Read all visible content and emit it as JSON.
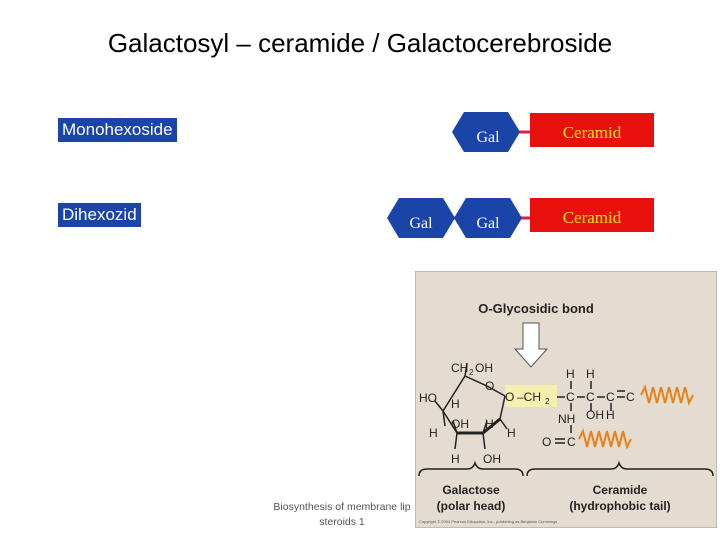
{
  "title": "Galactosyl – ceramide / Galactocerebroside",
  "rows": [
    {
      "label": "Monohexoside",
      "units": [
        "Gal"
      ],
      "tail": "Ceramid"
    },
    {
      "label": "Dihexozid",
      "units": [
        "Gal",
        "Gal"
      ],
      "tail": "Ceramid"
    }
  ],
  "figure": {
    "bond_label": "O-Glycosidic bond",
    "galactose_label": "Galactose",
    "galactose_sub": "(polar head)",
    "ceramide_label": "Ceramide",
    "ceramide_sub": "(hydrophobic tail)",
    "copyright": "Copyright © 2004 Pearson Education, Inc., publishing as Benjamin Cummings"
  },
  "footer": {
    "line1": "Biosynthesis of membrane lip",
    "line2": "steroids 1"
  },
  "colors": {
    "hexagon": "#1a44a8",
    "ceramide_box": "#e8100c",
    "ceramide_text": "#f5e11a",
    "bond": "#d81e4a",
    "label_box": "#1a44a8",
    "figure_bg": "#e4dcd1"
  }
}
